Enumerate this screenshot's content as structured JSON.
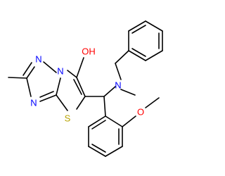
{
  "molecule": {
    "atoms": {
      "hydroxyl": {
        "symbol": "OH",
        "color": "#ff0000"
      },
      "thiazole_sulfur": {
        "symbol": "S",
        "color": "#b8a300"
      },
      "amine_nitrogen": {
        "symbol": "N",
        "color": "#0000ff"
      },
      "methoxy_oxygen": {
        "symbol": "O",
        "color": "#ff0000"
      },
      "triazole_n1": {
        "symbol": "N",
        "color": "#0000ff"
      },
      "triazole_n2": {
        "symbol": "N",
        "color": "#0000ff"
      },
      "triazole_n4": {
        "symbol": "N",
        "color": "#0000ff"
      }
    }
  }
}
